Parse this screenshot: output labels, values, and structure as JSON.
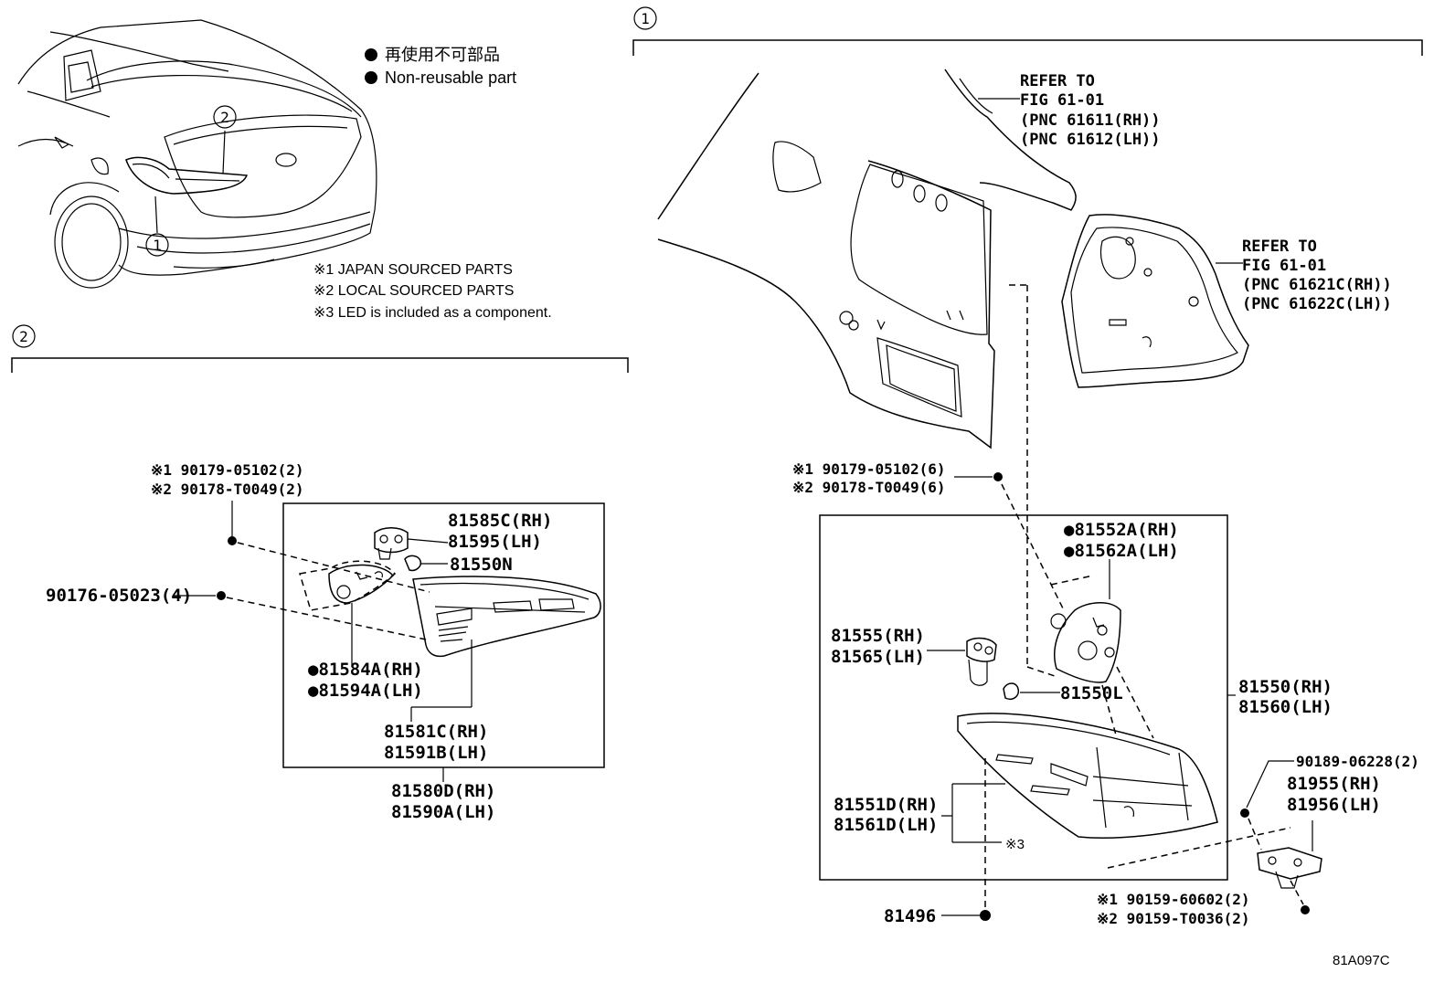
{
  "legend": {
    "line1": "再使用不可部品",
    "line2": "Non-reusable part"
  },
  "notes": {
    "n1": "※1 JAPAN SOURCED PARTS",
    "n2": "※2 LOCAL SOURCED PARTS",
    "n3": "※3 LED is included as a component."
  },
  "callouts": {
    "c1": "1",
    "c2": "2",
    "sec1": "1",
    "sec2": "2"
  },
  "refer1": {
    "l1": "REFER TO",
    "l2": "FIG 61-01",
    "l3": "(PNC 61611(RH))",
    "l4": "(PNC 61612(LH))"
  },
  "refer2": {
    "l1": "REFER TO",
    "l2": "FIG 61-01",
    "l3": "(PNC 61621C(RH))",
    "l4": "(PNC 61622C(LH))"
  },
  "sec2_parts": {
    "screw_a1": "※1 90179-05102(2)",
    "screw_a2": "※2 90178-T0049(2)",
    "screw_b": "90176-05023(4)",
    "p81585c": "81585C(RH)",
    "p81595": "81595(LH)",
    "p81550n": "81550N",
    "p81584a": "●81584A(RH)",
    "p81594a": "●81594A(LH)",
    "p81581c": "81581C(RH)",
    "p81591b": "81591B(LH)",
    "p81580d": "81580D(RH)",
    "p81590a": "81590A(LH)"
  },
  "sec1_parts": {
    "screw_a1": "※1 90179-05102(6)",
    "screw_a2": "※2 90178-T0049(6)",
    "p81552a": "●81552A(RH)",
    "p81562a": "●81562A(LH)",
    "p81555": "81555(RH)",
    "p81565": "81565(LH)",
    "p81550l": "81550L",
    "p81550": "81550(RH)",
    "p81560": "81560(LH)",
    "p81551d": "81551D(RH)",
    "p81561d": "81561D(LH)",
    "note3": "※3",
    "p81496": "81496",
    "p90189": "90189-06228(2)",
    "p81955": "81955(RH)",
    "p81956": "81956(LH)",
    "screw_c1": "※1 90159-60602(2)",
    "screw_c2": "※2 90159-T0036(2)"
  },
  "figure_code": "81A097C"
}
